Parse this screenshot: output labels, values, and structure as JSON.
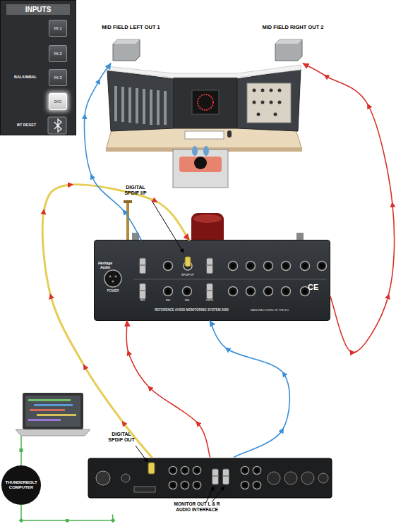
{
  "diagram": {
    "nodes": [
      {
        "text": [
          "INPUTS"
        ]
      },
      {
        "text": [
          "IN 1"
        ],
        "in": 0
      },
      {
        "text": [
          "IN 2"
        ],
        "in": 0
      },
      {
        "text": [
          "IN 3"
        ],
        "in": 0
      },
      {
        "text": [
          "DIG"
        ],
        "in": 0
      },
      {
        "text": [
          "MID FIELD LEFT OUT 1"
        ]
      },
      {
        "text": [
          "MID FIELD RIGHT OUT 2"
        ]
      },
      {
        "text": [
          "REFERENCE AUDIO MONITORING SYSTEM 2000"
        ]
      },
      {
        "text": [
          "MONITOR OUT L & R AUDIO INTERFACE"
        ]
      },
      {
        "text": [
          "THUNDERBOLT COMPUTER"
        ]
      }
    ],
    "edges": [
      {
        "from": 8,
        "to": 7,
        "arrow": "to"
      },
      {
        "from": 8,
        "to": 7,
        "arrow": "to"
      },
      {
        "from": 8,
        "to": 7,
        "arrow": "to"
      },
      {
        "from": 7,
        "to": 5,
        "arrow": "to"
      },
      {
        "from": 7,
        "to": 6,
        "arrow": "to"
      },
      {
        "from": 9,
        "to": 8,
        "arrow": "none"
      }
    ],
    "labels": [
      "BAL/UNBAL",
      "BT RESET",
      "DIGITAL SPDIF I/P",
      "DIGITAL SPDIF OUT",
      "Heritage Audio",
      "POWER",
      "SPDIF I/P",
      "IN1",
      "IN2",
      "IN3",
      "OUT1",
      "CE",
      "MANUFACTURED IN THE EU"
    ]
  }
}
